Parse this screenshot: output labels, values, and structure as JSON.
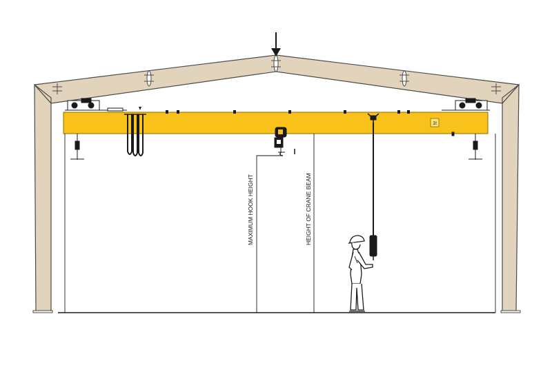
{
  "diagram": {
    "labels": {
      "max_hook_height": "MAXIMUM HOOK HEIGHT",
      "crane_beam_height": "HEIGHT OF CRANE BEAM",
      "capacity_plate": "1t"
    },
    "colors": {
      "frame_fill": "#e2d3bd",
      "frame_stroke": "#4a4a4a",
      "beam_fill": "#f8c21a",
      "beam_stroke": "#8a6a00",
      "line": "#1a1a1a",
      "background": "#ffffff"
    },
    "icons": {
      "load_arrow": "down-arrow-icon",
      "operator": "person-icon",
      "hoist": "hoist-icon",
      "hook": "hook-icon",
      "pendant": "pendant-control-icon",
      "festoon": "festoon-cable-icon"
    }
  }
}
